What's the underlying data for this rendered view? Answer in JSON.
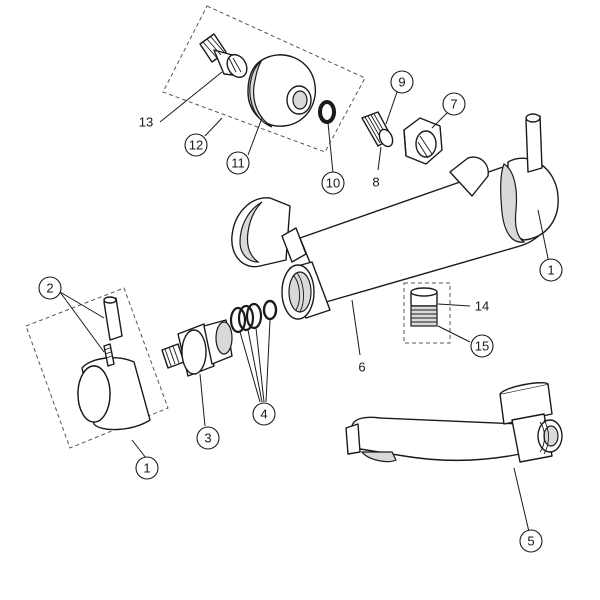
{
  "callouts": {
    "c1_body": "1",
    "c1_handle": "1",
    "c2": "2",
    "c3": "3",
    "c4": "4",
    "c5": "5",
    "c6": "6",
    "c7": "7",
    "c8": "8",
    "c9": "9",
    "c10": "10",
    "c11": "11",
    "c12": "12",
    "c13": "13",
    "c14": "14",
    "c15": "15"
  }
}
